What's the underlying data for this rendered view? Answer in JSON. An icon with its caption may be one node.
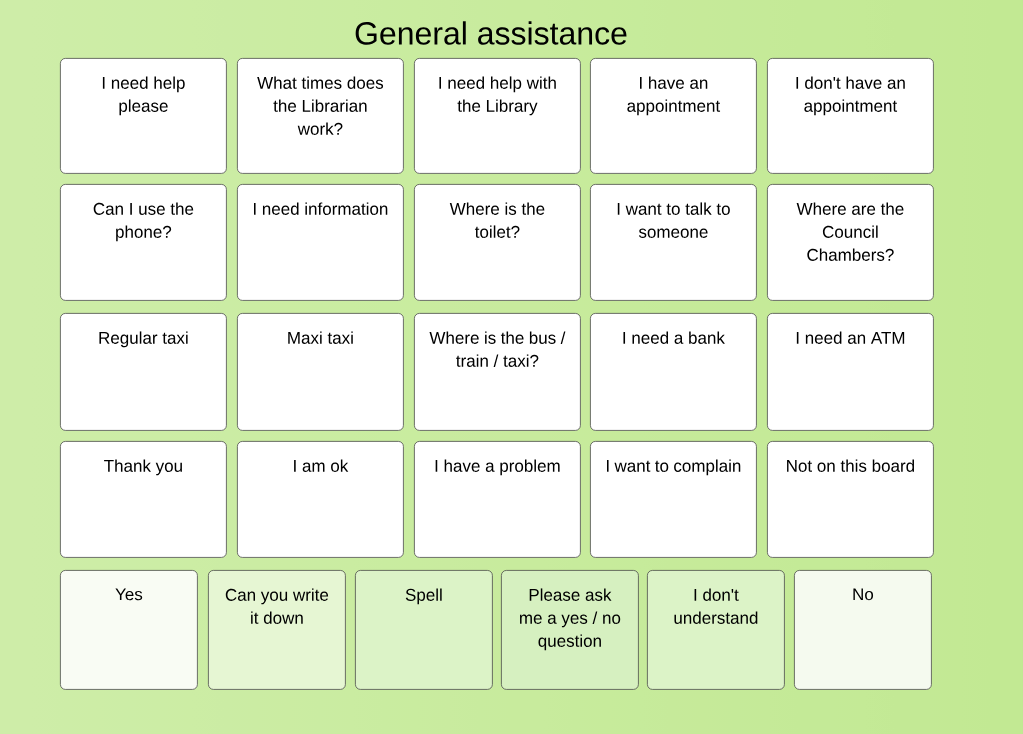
{
  "diagram": {
    "title": "General assistance",
    "nodes": [
      {
        "text": [
          "I need help please"
        ]
      },
      {
        "text": [
          "What times does the Librarian work?"
        ]
      },
      {
        "text": [
          "I need help with the Library"
        ]
      },
      {
        "text": [
          "I have an appointment"
        ]
      },
      {
        "text": [
          "I don't have an appointment"
        ]
      },
      {
        "text": [
          "Can I use the phone?"
        ]
      },
      {
        "text": [
          "I need information"
        ]
      },
      {
        "text": [
          "Where is the toilet?"
        ]
      },
      {
        "text": [
          "I want to talk to someone"
        ]
      },
      {
        "text": [
          "Where are the Council Chambers?"
        ]
      },
      {
        "text": [
          "Regular taxi"
        ]
      },
      {
        "text": [
          "Maxi taxi"
        ]
      },
      {
        "text": [
          "Where is the bus / train / taxi?"
        ]
      },
      {
        "text": [
          "I need a bank"
        ]
      },
      {
        "text": [
          "I need an ATM"
        ]
      },
      {
        "text": [
          "Thank you"
        ]
      },
      {
        "text": [
          "I am ok"
        ]
      },
      {
        "text": [
          "I have a problem"
        ]
      },
      {
        "text": [
          "I want to complain"
        ]
      },
      {
        "text": [
          "Not on this board"
        ]
      },
      {
        "text": [
          "Yes"
        ]
      },
      {
        "text": [
          "Can you write it down"
        ]
      },
      {
        "text": [
          "Spell"
        ]
      },
      {
        "text": [
          "Please ask me a yes / no question"
        ]
      },
      {
        "text": [
          "I don't understand"
        ]
      },
      {
        "text": [
          "No"
        ]
      }
    ]
  }
}
